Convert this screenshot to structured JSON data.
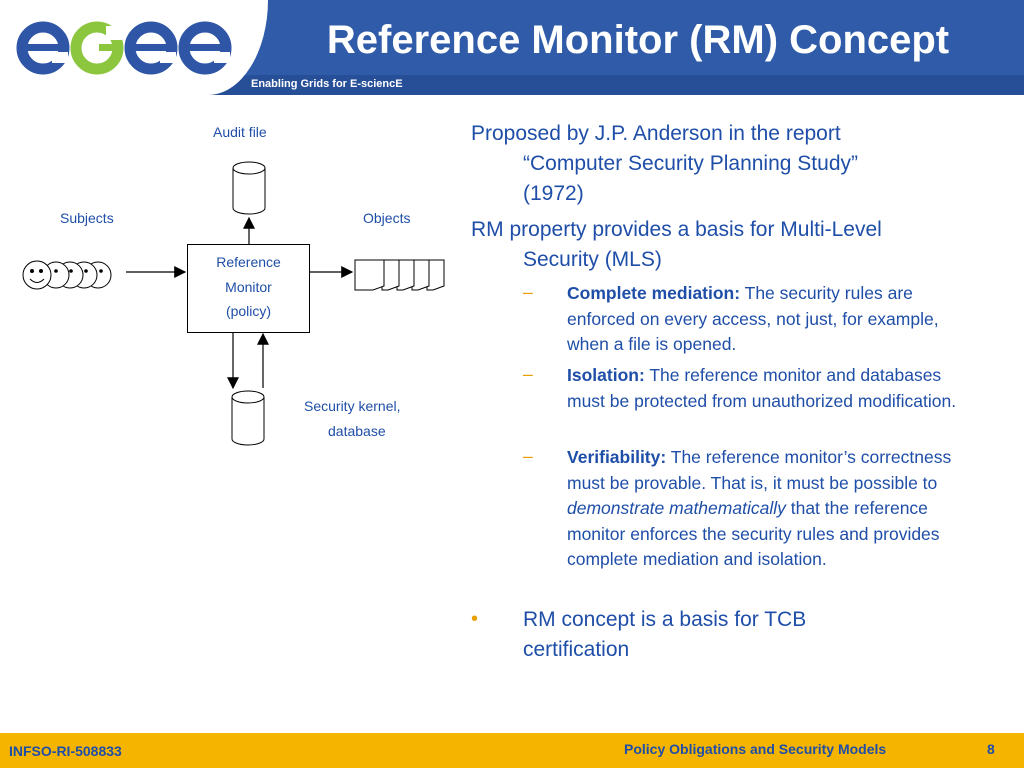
{
  "header": {
    "logo_text": "egee",
    "tagline": "Enabling Grids for E-sciencE",
    "title": "Reference Monitor (RM) Concept"
  },
  "diagram": {
    "audit_label": "Audit file",
    "subjects_label": "Subjects",
    "objects_label": "Objects",
    "rm_line1": "Reference",
    "rm_line2": "Monitor",
    "rm_line3": "(policy)",
    "kernel_line1": "Security kernel,",
    "kernel_line2": "database"
  },
  "content": {
    "p1_line1": "Proposed by J.P. Anderson in the report",
    "p1_line2": "“Computer Security Planning Study”",
    "p1_line3": "(1972)",
    "p2_line1": "RM property provides a basis for Multi-Level",
    "p2_line2": "Security (MLS)",
    "dash": "–",
    "b1_title": "Complete mediation:",
    "b1_text": "The security rules are enforced on every access, not just, for example, when a file is opened.",
    "b2_title": "Isolation:",
    "b2_text": "The reference monitor and databases must be protected from unauthorized modification.",
    "b3_title": "Verifiability:",
    "b3_text_a": "The reference monitor’s correctness must be provable. That is, it must be possible to",
    "b3_emph": "demonstrate mathematically",
    "b3_text_b": "that the reference monitor enforces the security rules and provides complete mediation and isolation.",
    "bullet_symbol": "•",
    "p3_line1": "RM concept is a basis for TCB",
    "p3_line2": "certification"
  },
  "footer": {
    "left": "INFSO-RI-508833",
    "middle": "Policy Obligations and Security Models",
    "page": "8"
  },
  "colors": {
    "header_blue": "#2f5ba8",
    "text_blue": "#1f4ea8",
    "footer_yellow": "#f5b400",
    "logo_blue": "#2e55a6",
    "logo_green": "#8cc63f"
  }
}
